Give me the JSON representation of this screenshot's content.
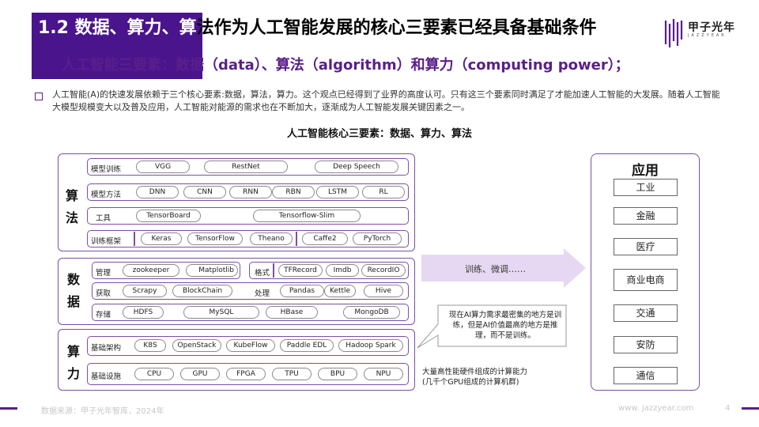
{
  "slide": {
    "title_white": "1.2 数据、算力、算",
    "title_rest": "法作为人工智能发展的核心三要素已经具备基础条件",
    "subtitle": "人工智能三要素：数据（data）、算法（algorithm）和算力（computing power）；",
    "paragraph": "人工智能(A)的快速发展依赖于三个核心要素:数据，算法，算力。这个观点已经得到了业界的高度认可。只有这三个要素同时满足了才能加速人工智能的大发展。随着人工智能大模型规模变大以及普及应用，人工智能对能源的需求也在不断加大，逐渐成为人工智能发展关键因素之一。",
    "chart_title": "人工智能核心三要素：数据、算力、算法"
  },
  "logo": {
    "name": "甲子光年",
    "sub": "JAZZYEAR"
  },
  "sections": {
    "algorithm": "算\n法",
    "data": "数\n据",
    "compute": "算\n力"
  },
  "rows": {
    "model_training": {
      "label": "模型训练",
      "items": [
        "VGG",
        "RestNet",
        "Deep Speech"
      ]
    },
    "model_method": {
      "label": "模型方法",
      "items": [
        "DNN",
        "CNN",
        "RNN",
        "RBN",
        "LSTM",
        "RL"
      ]
    },
    "tools": {
      "label": "工具",
      "items": [
        "TensorBoard",
        "Tensorflow-Slim"
      ]
    },
    "frameworks": {
      "label": "训练框架",
      "items": [
        "Keras",
        "TensorFlow",
        "Theano",
        "Caffe2",
        "PyTorch"
      ]
    },
    "manage": {
      "label": "管理",
      "items": [
        "zookeeper",
        "Matplotlib"
      ]
    },
    "format": {
      "label": "格式",
      "items": [
        "TFRecord",
        "Imdb",
        "RecordIO"
      ]
    },
    "acquire": {
      "label": "获取",
      "items": [
        "Scrapy",
        "BlockChain"
      ]
    },
    "process": {
      "label": "处理",
      "items": [
        "Pandas",
        "Kettle",
        "Hive"
      ]
    },
    "storage": {
      "label": "存储",
      "items": [
        "HDFS",
        "MySQL",
        "HBase",
        "MongoDB"
      ]
    },
    "infra_arch": {
      "label": "基础架构",
      "items": [
        "K8S",
        "OpenStack",
        "KubeFlow",
        "Paddle EDL",
        "Hadoop Spark"
      ]
    },
    "infra_hw": {
      "label": "基础设施",
      "items": [
        "CPU",
        "GPU",
        "FPGA",
        "TPU",
        "BPU",
        "NPU"
      ]
    }
  },
  "arrow_label": "训练、微调……",
  "callout": "现在AI算力需求最密集的地方是训练，但是AI价值最高的地方是推理，而不是训练。",
  "note": "大量高性能硬件组成的计算能力\n(几千个GPU组成的计算机群)",
  "applications": {
    "title": "应用",
    "items": [
      "工业",
      "金融",
      "医疗",
      "商业电商",
      "交通",
      "安防",
      "通信"
    ]
  },
  "footer": {
    "source": "数据来源：甲子光年智库，2024年",
    "url": "www. jazzyear.com",
    "page": "4"
  },
  "colors": {
    "brand": "#4a148c",
    "accent": "#7b4fa6",
    "arrow": "#e6d8f2"
  }
}
